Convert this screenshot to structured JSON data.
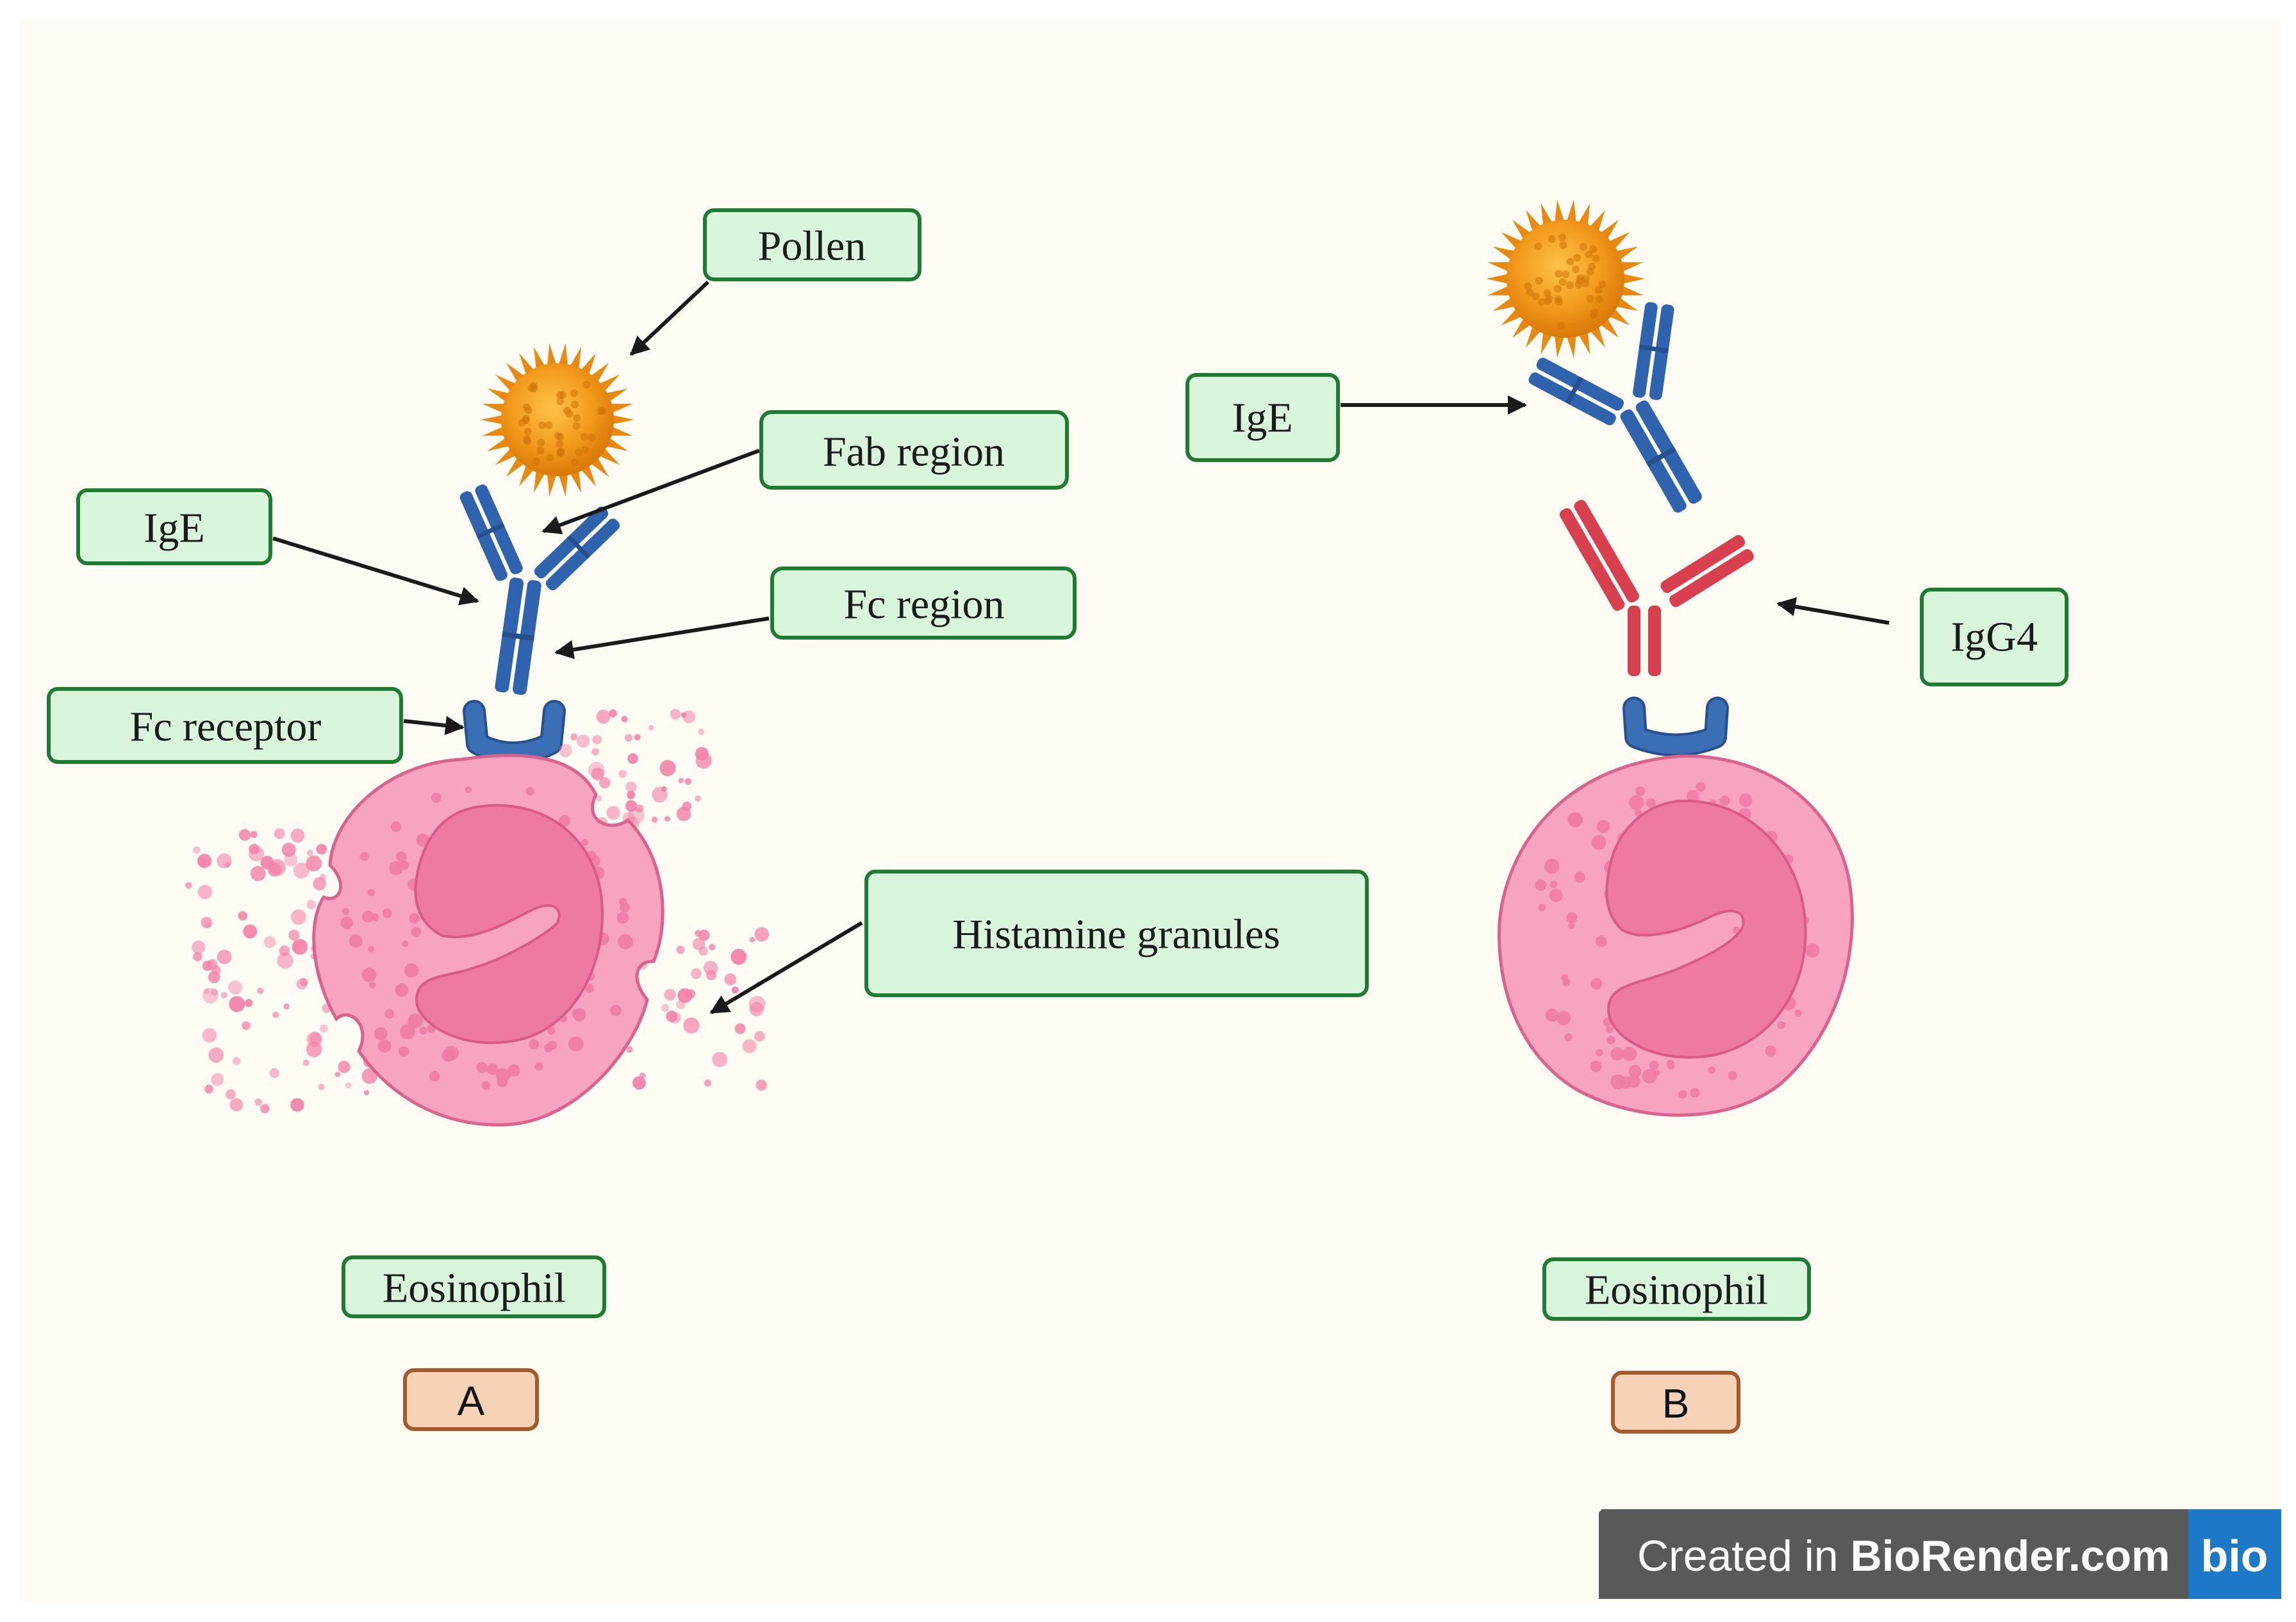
{
  "panels": {
    "a": {
      "labels": {
        "pollen": "Pollen",
        "fab_region": "Fab region",
        "ige": "IgE",
        "fc_region": "Fc region",
        "fc_receptor": "Fc receptor",
        "histamine_granules": "Histamine granules",
        "eosinophil": "Eosinophil"
      },
      "panel_letter": "A"
    },
    "b": {
      "labels": {
        "ige": "IgE",
        "igg4": "IgG4",
        "eosinophil": "Eosinophil"
      },
      "panel_letter": "B"
    }
  },
  "watermark": {
    "prefix": "Created in ",
    "brand": "BioRender.com",
    "logo": "bio"
  },
  "colors": {
    "background": "#fdfbf4",
    "label_fill": "#d9f5dc",
    "label_border": "#1e7b32",
    "panel_letter_fill": "#f6d2b6",
    "panel_letter_border": "#a45a2a",
    "ige_antibody": "#2f63ad",
    "igg4_antibody": "#d8404f",
    "fc_receptor": "#3a6eb5",
    "pollen": "#f29a1d",
    "eosinophil_cytoplasm": "#f8a3bf",
    "eosinophil_nucleus": "#ee7aa2",
    "granules": "#f282a8",
    "watermark_bar": "#595959",
    "watermark_logo": "#1d78c8"
  }
}
